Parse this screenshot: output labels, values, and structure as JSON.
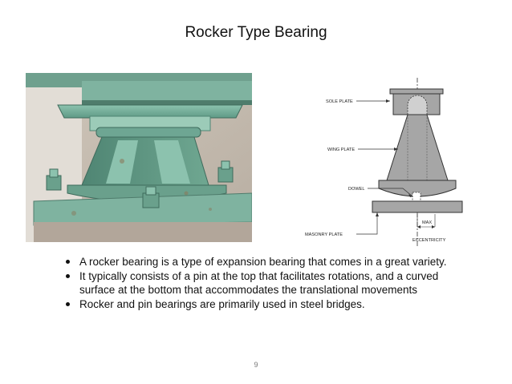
{
  "slide": {
    "title": "Rocker Type Bearing",
    "page_number": "9"
  },
  "diagram": {
    "labels": {
      "sole_plate": "SOLE PLATE",
      "wing_plate": "WING PLATE",
      "dowel": "DOWEL",
      "masonry_plate": "MASONRY PLATE",
      "max": "MAX",
      "eccentricity": "ECCENTRICITY"
    }
  },
  "bullets": [
    "A rocker bearing is a type of expansion bearing that comes in a great variety.",
    "It typically consists of a pin at the top that facilitates rotations, and a curved surface at the bottom that accommodates the translational movements",
    "Rocker and pin bearings are primarily used in steel bridges."
  ],
  "colors": {
    "bearing_green": "#7fb3a0",
    "diagram_fill": "#a6a6a6"
  }
}
